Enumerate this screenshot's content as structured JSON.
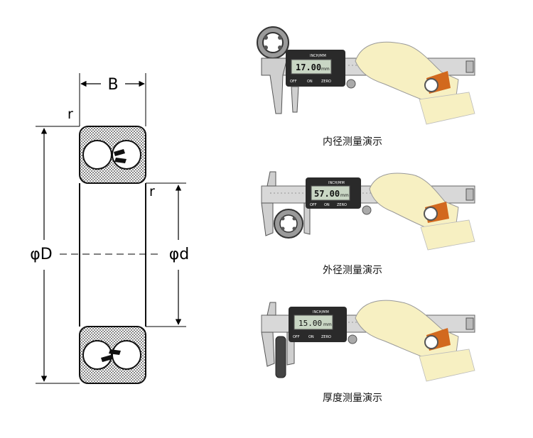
{
  "bearing_diagram": {
    "width_label": "B",
    "radius_label_top": "r",
    "radius_label_inner": "r",
    "outer_diameter_label": "φD",
    "inner_diameter_label": "φd"
  },
  "demos": [
    {
      "caption": "内径测量演示",
      "reading": "17.00",
      "unit": "mm",
      "unit_mode": "INCH/MM",
      "buttons": [
        "OFF",
        "ON",
        "ZERO"
      ],
      "object": "bearing-inner-ring"
    },
    {
      "caption": "外径测量演示",
      "reading": "57.00",
      "unit": "mm",
      "unit_mode": "INCH/MM",
      "buttons": [
        "OFF",
        "ON",
        "ZERO"
      ],
      "object": "bearing-outer-ring"
    },
    {
      "caption": "厚度测量演示",
      "reading": "15.00",
      "unit": "mm",
      "unit_mode": "INCH/MM",
      "buttons": [
        "OFF",
        "ON",
        "ZERO"
      ],
      "object": "bearing-side-thickness"
    }
  ],
  "colors": {
    "hatch": "#333333",
    "caliper_body": "#d8d8d8",
    "caliper_dark": "#2a2a2a",
    "lcd": "#c9d6c4",
    "hand_skin": "#f7f0c2",
    "watch_strap": "#d2691e"
  }
}
